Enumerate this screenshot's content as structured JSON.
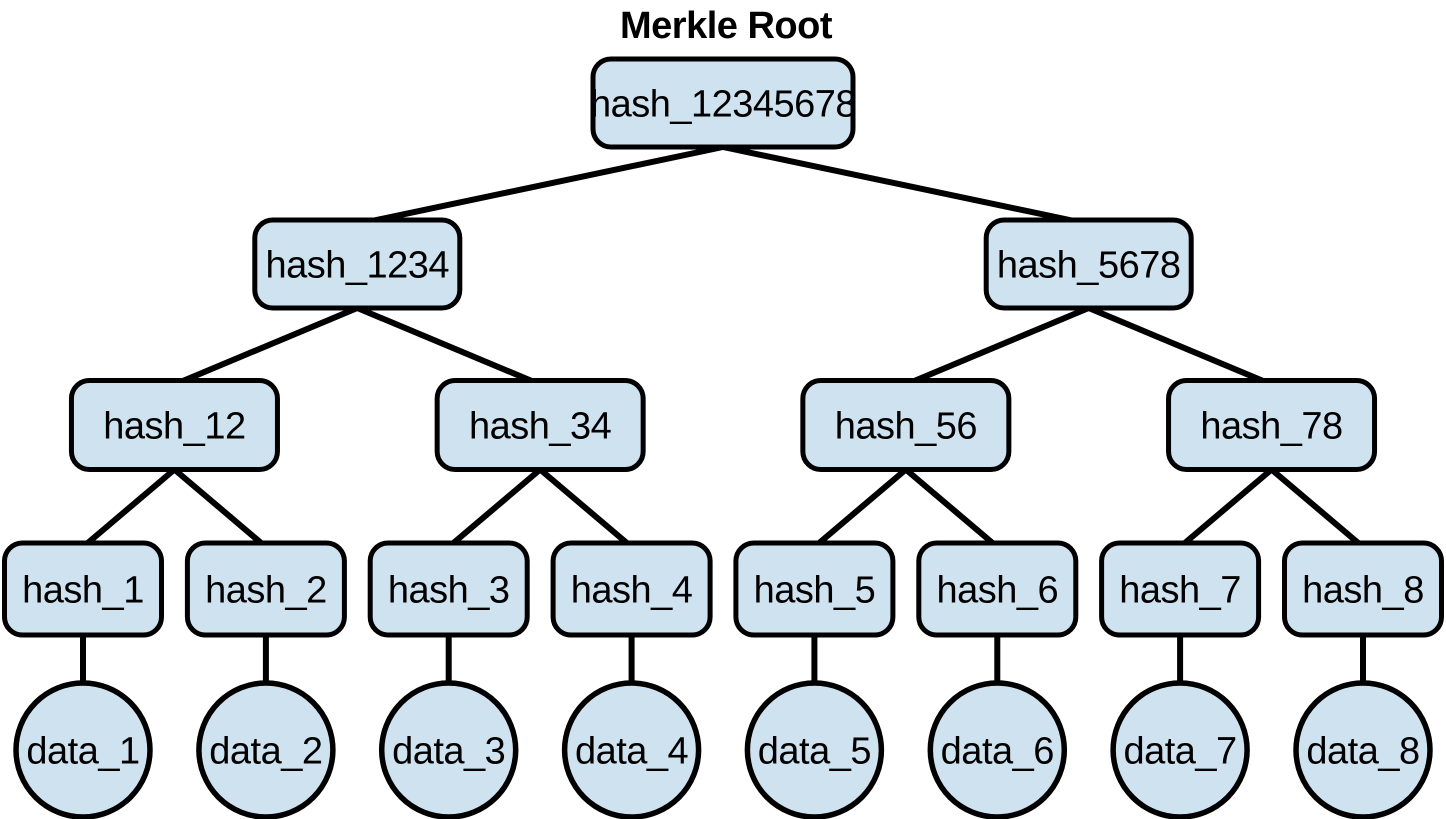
{
  "title": "Merkle Root",
  "colors": {
    "background": "#ffffff",
    "node_fill": "#cfe2f0",
    "node_stroke": "#000000",
    "edge": "#000000",
    "text": "#000000"
  },
  "nodes": [
    {
      "id": "hash_12345678",
      "label": "hash_12345678",
      "shape": "box",
      "parent": null
    },
    {
      "id": "hash_1234",
      "label": "hash_1234",
      "shape": "box",
      "parent": "hash_12345678"
    },
    {
      "id": "hash_5678",
      "label": "hash_5678",
      "shape": "box",
      "parent": "hash_12345678"
    },
    {
      "id": "hash_12",
      "label": "hash_12",
      "shape": "box",
      "parent": "hash_1234"
    },
    {
      "id": "hash_34",
      "label": "hash_34",
      "shape": "box",
      "parent": "hash_1234"
    },
    {
      "id": "hash_56",
      "label": "hash_56",
      "shape": "box",
      "parent": "hash_5678"
    },
    {
      "id": "hash_78",
      "label": "hash_78",
      "shape": "box",
      "parent": "hash_5678"
    },
    {
      "id": "hash_1",
      "label": "hash_1",
      "shape": "box",
      "parent": "hash_12"
    },
    {
      "id": "hash_2",
      "label": "hash_2",
      "shape": "box",
      "parent": "hash_12"
    },
    {
      "id": "hash_3",
      "label": "hash_3",
      "shape": "box",
      "parent": "hash_34"
    },
    {
      "id": "hash_4",
      "label": "hash_4",
      "shape": "box",
      "parent": "hash_34"
    },
    {
      "id": "hash_5",
      "label": "hash_5",
      "shape": "box",
      "parent": "hash_56"
    },
    {
      "id": "hash_6",
      "label": "hash_6",
      "shape": "box",
      "parent": "hash_56"
    },
    {
      "id": "hash_7",
      "label": "hash_7",
      "shape": "box",
      "parent": "hash_78"
    },
    {
      "id": "hash_8",
      "label": "hash_8",
      "shape": "box",
      "parent": "hash_78"
    },
    {
      "id": "data_1",
      "label": "data_1",
      "shape": "circle",
      "parent": "hash_1"
    },
    {
      "id": "data_2",
      "label": "data_2",
      "shape": "circle",
      "parent": "hash_2"
    },
    {
      "id": "data_3",
      "label": "data_3",
      "shape": "circle",
      "parent": "hash_3"
    },
    {
      "id": "data_4",
      "label": "data_4",
      "shape": "circle",
      "parent": "hash_4"
    },
    {
      "id": "data_5",
      "label": "data_5",
      "shape": "circle",
      "parent": "hash_5"
    },
    {
      "id": "data_6",
      "label": "data_6",
      "shape": "circle",
      "parent": "hash_6"
    },
    {
      "id": "data_7",
      "label": "data_7",
      "shape": "circle",
      "parent": "hash_7"
    },
    {
      "id": "data_8",
      "label": "data_8",
      "shape": "circle",
      "parent": "hash_8"
    }
  ]
}
